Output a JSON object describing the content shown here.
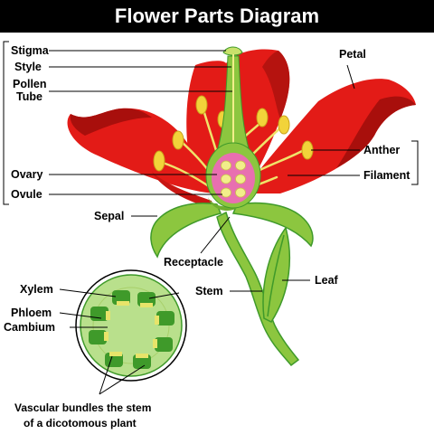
{
  "title": "Flower Parts Diagram",
  "colors": {
    "petal": "#e31b17",
    "petal_shadow": "#a80f0c",
    "green": "#8cc63f",
    "dark_green": "#3f9a2a",
    "ovary_wall": "#e86fb0",
    "ovule": "#f2ee8a",
    "anther": "#f2d33a",
    "filament": "#f0e36a"
  },
  "labels": {
    "stigma": "Stigma",
    "style": "Style",
    "pollen_tube_1": "Pollen",
    "pollen_tube_2": "Tube",
    "ovary": "Ovary",
    "ovule": "Ovule",
    "sepal": "Sepal",
    "receptacle": "Receptacle",
    "petal": "Petal",
    "anther": "Anther",
    "filament": "Filament",
    "leaf": "Leaf",
    "stem": "Stem",
    "xylem": "Xylem",
    "phloem": "Phloem",
    "cambium": "Cambium",
    "caption_1": "Vascular bundles the stem",
    "caption_2": "of a dicotomous plant"
  }
}
